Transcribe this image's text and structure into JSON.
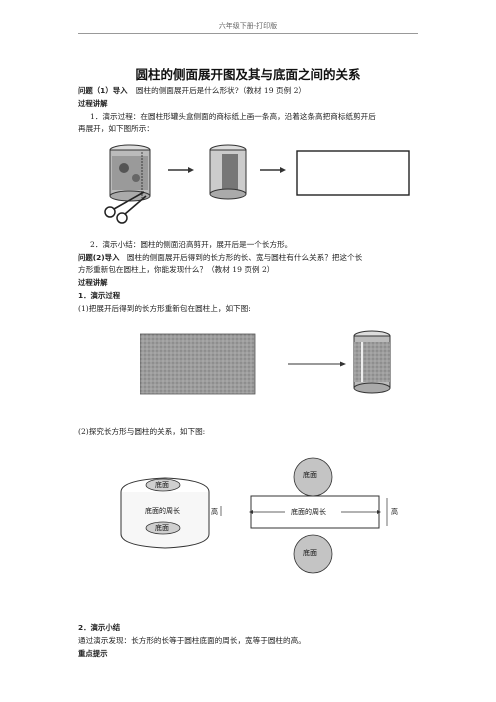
{
  "header": {
    "text": "六年级下册-打印版"
  },
  "title": "圆柱的侧面展开图及其与底面之间的关系",
  "q1": {
    "label": "问题（1）导入",
    "text": "圆柱的侧面展开后是什么形状?（教材 19 页例 2）"
  },
  "process1": "过程讲解",
  "step1": {
    "line1": "1．演示过程：在圆柱形罐头盒侧面的商标纸上画一条高，沿着这条高把商标纸剪开后",
    "line2": "再展开，如下图所示："
  },
  "step2": "2．演示小结：圆柱的侧面沿高剪开，展开后是一个长方形。",
  "q2": {
    "label": "问题(2)导入",
    "line1": "圆柱的侧面展开后得到的长方形的长、宽与圆柱有什么关系？把这个长",
    "line2": "方形重新包在圆柱上，你能发现什么？（教材 19 页例 2）"
  },
  "process2": "过程讲解",
  "demo_process": "1．演示过程",
  "demo1": "(1)把展开后得到的长方形重新包在圆柱上，如下图:",
  "demo2": "(2)探究长方形与圆柱的关系，如下图:",
  "figure": {
    "top_base": "底面",
    "inner_base": "底面",
    "inner_bottom": "底面",
    "circumference_left": "底面的周长",
    "height_left": "高",
    "circumference_center": "底面的周长",
    "height_right": "高",
    "bottom_base": "底面"
  },
  "summary_heading": "2．演示小结",
  "summary_text": "通过演示发现：长方形的长等于圆柱底面的周长，宽等于圆柱的高。",
  "key_tip": "重点提示"
}
